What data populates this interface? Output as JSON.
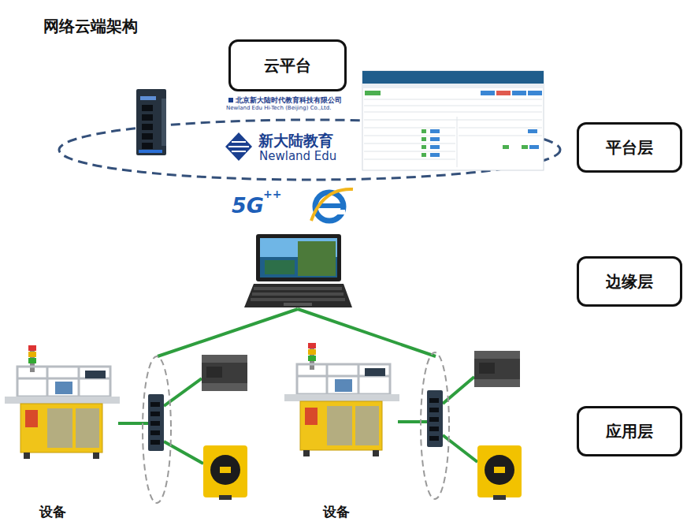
{
  "diagram": {
    "title": "网络云端架构",
    "nodes": [
      {
        "text": [
          "云平台"
        ]
      },
      {
        "text": [
          "平台层"
        ]
      },
      {
        "text": [
          "边缘层"
        ]
      },
      {
        "text": [
          "应用层"
        ]
      }
    ],
    "labels": [
      "北京新大陆时代教育科技有限公司",
      "Newland Edu Hi-Tech (Beijing) Co.,Ltd.",
      "新大陆教育",
      "Newland Edu",
      "5G",
      "++",
      "设备",
      "设备"
    ]
  }
}
